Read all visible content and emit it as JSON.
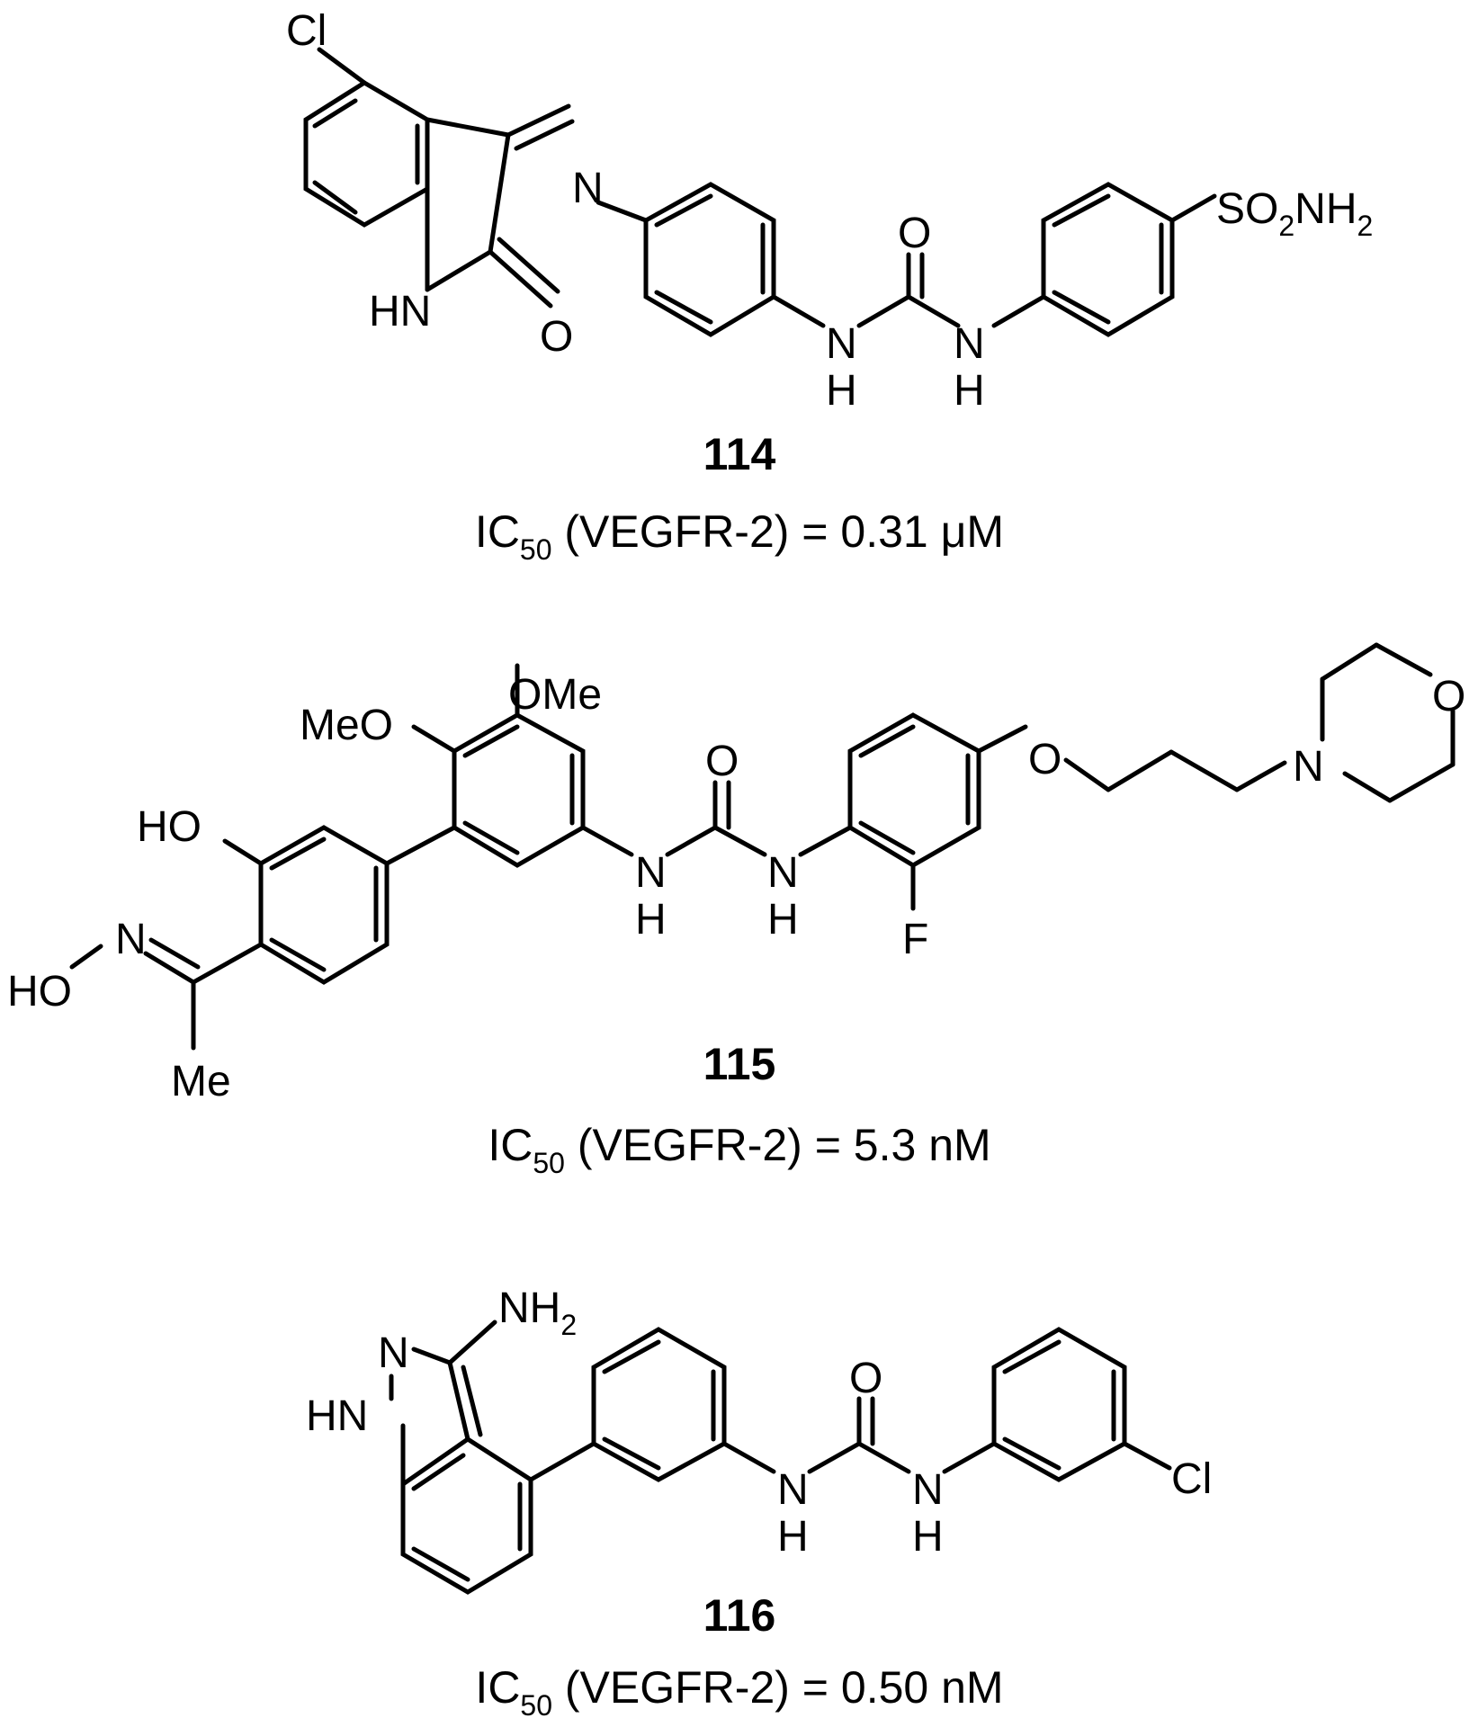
{
  "compounds": [
    {
      "id": "114",
      "activity": {
        "label": "IC",
        "subscript": "50",
        "rest": " (VEGFR-2) = 0.31 μM"
      },
      "atoms": {
        "cl": "Cl",
        "n_imine": "N",
        "hn": "HN",
        "o_lactam": "O",
        "o_urea": "O",
        "n1": "N",
        "h1": "H",
        "n2": "N",
        "h2": "H",
        "so2nh2": {
          "a": "SO",
          "s1": "2",
          "b": "NH",
          "s2": "2"
        }
      }
    },
    {
      "id": "115",
      "activity": {
        "label": "IC",
        "subscript": "50",
        "rest": " (VEGFR-2) = 5.3 nM"
      },
      "atoms": {
        "ome_top": "OMe",
        "meo": "MeO",
        "ho": "HO",
        "n_oxime": "N",
        "ho_oxime": "HO",
        "me": "Me",
        "o_urea": "O",
        "n1": "N",
        "h1": "H",
        "n2": "N",
        "h2": "H",
        "f": "F",
        "o_ether": "O",
        "n_morph": "N",
        "o_morph": "O"
      }
    },
    {
      "id": "116",
      "activity": {
        "label": "IC",
        "subscript": "50",
        "rest": " (VEGFR-2) = 0.50 nM"
      },
      "atoms": {
        "nh2": {
          "a": "NH",
          "s": "2"
        },
        "n_pyr": "N",
        "hn": "HN",
        "o_urea": "O",
        "n1": "N",
        "h1": "H",
        "n2": "N",
        "h2": "H",
        "cl": "Cl"
      }
    }
  ]
}
